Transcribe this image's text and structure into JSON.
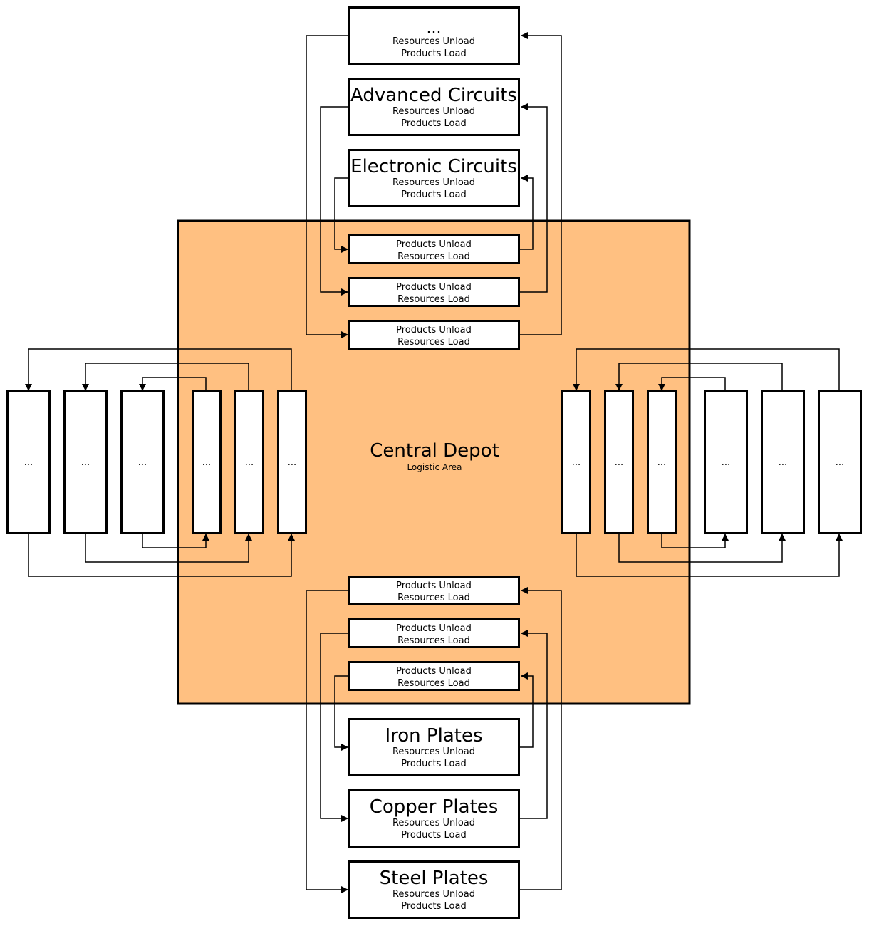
{
  "depot": {
    "title": "Central Depot",
    "subtitle": "Logistic Area"
  },
  "labels": {
    "resources_unload": "Resources Unload",
    "products_load": "Products Load",
    "products_unload": "Products Unload",
    "resources_load": "Resources Load",
    "ellipsis": "..."
  },
  "top_stations": [
    {
      "name": "..."
    },
    {
      "name": "Advanced Circuits"
    },
    {
      "name": "Electronic Circuits"
    }
  ],
  "bottom_stations": [
    {
      "name": "Iron Plates"
    },
    {
      "name": "Copper Plates"
    },
    {
      "name": "Steel Plates"
    }
  ],
  "colors": {
    "depot_fill": "#ffc081",
    "stroke": "#000000",
    "box_fill": "#ffffff"
  }
}
